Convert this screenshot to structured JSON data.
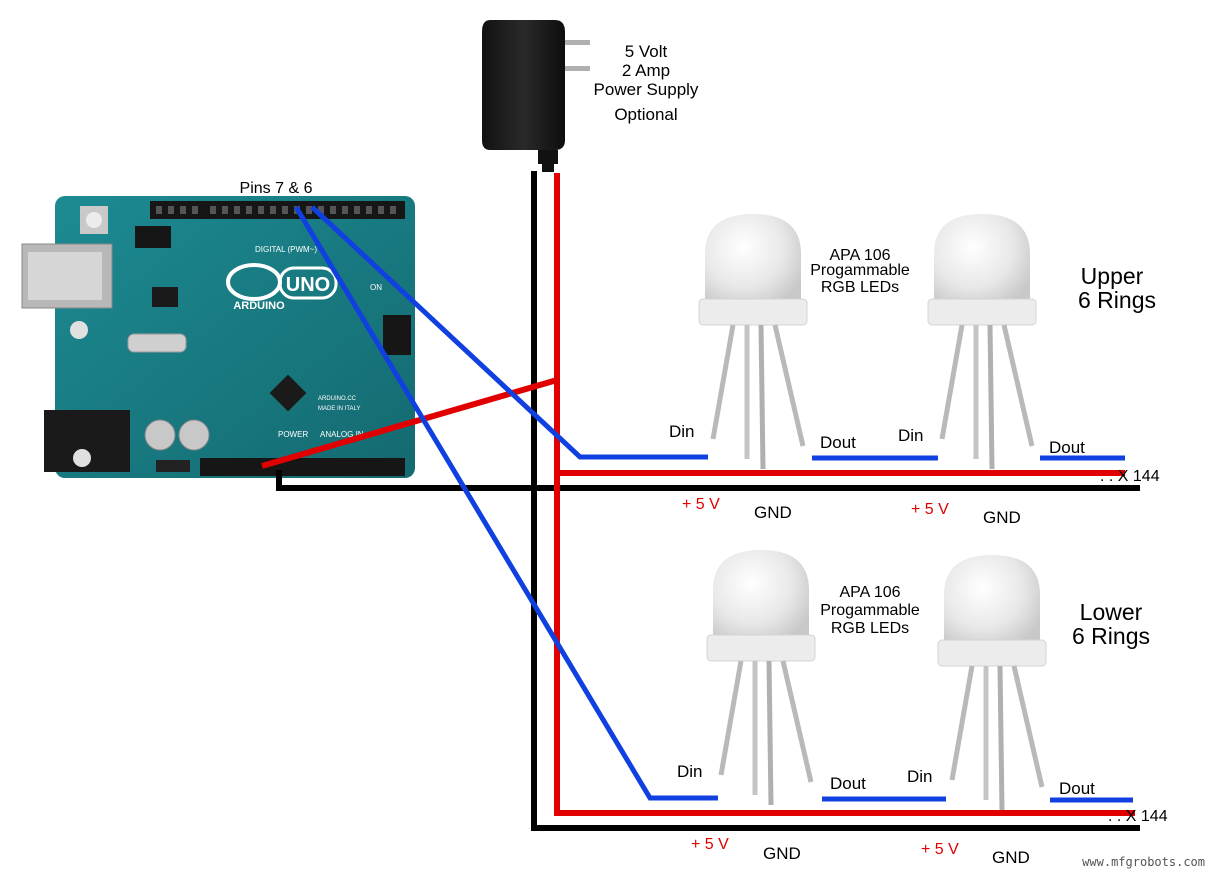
{
  "power_supply": {
    "line1": "5 Volt",
    "line2": "2 Amp",
    "line3": "Power Supply",
    "line4": "Optional"
  },
  "arduino": {
    "pins_label": "Pins 7 & 6",
    "logo_text": "ARDUINO",
    "uno_text": "UNO",
    "on_label": "ON",
    "digital_label": "DIGITAL (PWM~)",
    "power_label": "POWER",
    "analog_label": "ANALOG IN",
    "made_in": "MADE IN ITALY",
    "url": "ARDUINO.CC"
  },
  "upper": {
    "led_label_1": "APA 106",
    "led_label_2": "Progammable",
    "led_label_3": "RGB LEDs",
    "group_line1": "Upper",
    "group_line2": "6 Rings",
    "din1": "Din",
    "dout1": "Dout",
    "din2": "Din",
    "dout2": "Dout",
    "v1": "+ 5 V",
    "gnd1": "GND",
    "v2": "+ 5 V",
    "gnd2": "GND",
    "repeat": ". . X 144"
  },
  "lower": {
    "led_label_1": "APA 106",
    "led_label_2": "Progammable",
    "led_label_3": "RGB LEDs",
    "group_line1": "Lower",
    "group_line2": "6 Rings",
    "din1": "Din",
    "dout1": "Dout",
    "din2": "Din",
    "dout2": "Dout",
    "v1": "+ 5 V",
    "gnd1": "GND",
    "v2": "+ 5 V",
    "gnd2": "GND",
    "repeat": ". . X 144"
  },
  "watermark": "www.mfgrobots.com",
  "colors": {
    "power_wire": "#e00000",
    "ground_wire": "#000000",
    "data_wire": "#1040e0",
    "board": "#1a7f86"
  }
}
